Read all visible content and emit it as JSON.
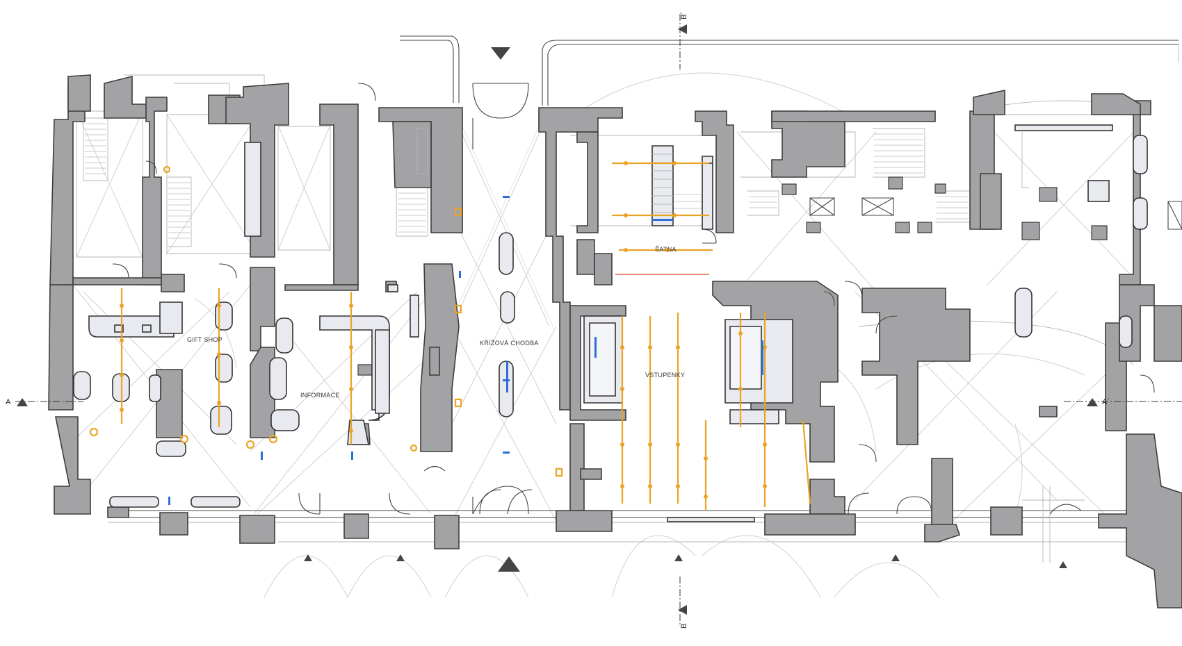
{
  "rooms": {
    "gift_shop": "GIFT SHOP",
    "informace": "INFORMACE",
    "krizova_chodba": "KŘÍŽOVÁ CHODBA",
    "satna": "ŠATNA",
    "vstupenky": "VSTUPENKY"
  },
  "sections": {
    "a_left": "A",
    "a_right": "A´",
    "b_top": "B´",
    "b_bottom": "B"
  },
  "colors": {
    "walls": "#a3a3a6",
    "lighting_track": "#eba325",
    "accent_blue": "#2e6fd6",
    "counter_fill": "#e8eaef"
  }
}
